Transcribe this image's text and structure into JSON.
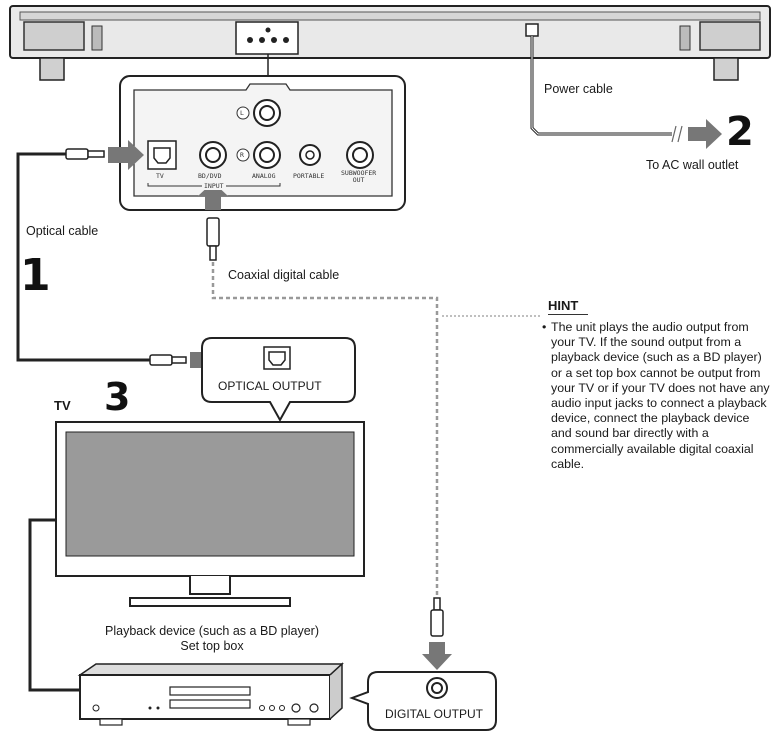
{
  "labels": {
    "power_cable": "Power cable",
    "to_ac_wall_outlet": "To AC wall outlet",
    "optical_cable": "Optical cable",
    "coaxial_digital_cable": "Coaxial digital cable",
    "optical_output": "OPTICAL OUTPUT",
    "digital_output": "DIGITAL OUTPUT",
    "tv": "TV",
    "playback_device_line1": "Playback device (such as a BD player)",
    "playback_device_line2": "Set top box"
  },
  "steps": {
    "step1": "1",
    "step2": "2",
    "step3": "3"
  },
  "panel": {
    "jack_l": "L",
    "jack_r": "R",
    "tv": "TV",
    "bd_dvd": "BD/DVD",
    "analog": "ANALOG",
    "portable": "PORTABLE",
    "subwoofer_line1": "SUBWOOFER",
    "subwoofer_line2": "OUT",
    "input": "INPUT"
  },
  "hint": {
    "title": "HINT",
    "bullet": "•",
    "text": "The unit plays the audio output from your TV. If the sound output from a playback device (such as a BD player) or a set top box cannot be output from your TV or if your TV does not have any audio input jacks to connect a playback device, connect the playback device and sound bar directly with a commercially available digital coaxial cable."
  },
  "colors": {
    "line": "#222222",
    "arrow": "#777777",
    "screen": "#9a9a9a",
    "panel_fill": "#f4f4f4"
  }
}
